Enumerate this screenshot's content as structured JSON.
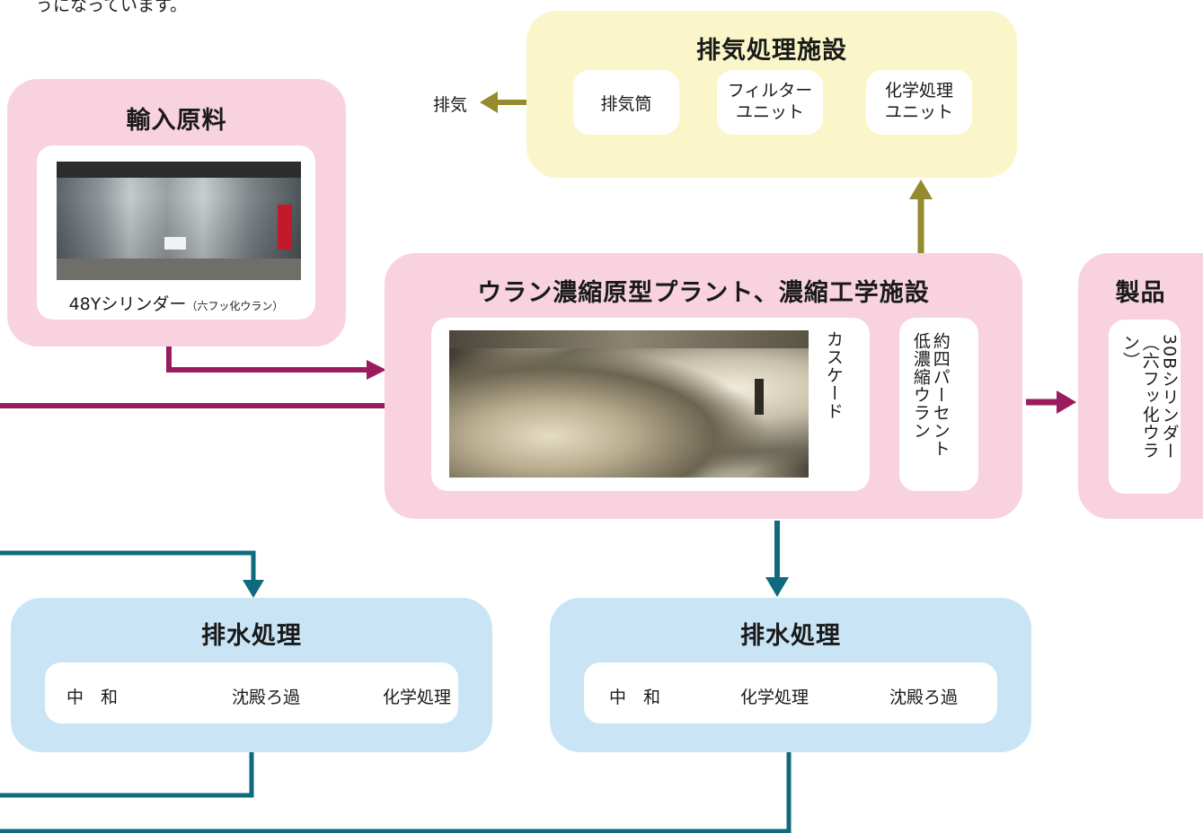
{
  "intro_fragment": "うになっています。",
  "exhaust_facility": {
    "title": "排気処理施設",
    "items": [
      "排気筒",
      "フィルター\nユニット",
      "化学処理\nユニット"
    ],
    "output_label": "排気"
  },
  "import_material": {
    "title": "輸入原料",
    "caption_main": "48Yシリンダー",
    "caption_sub": "（六フッ化ウラン）"
  },
  "plant": {
    "title": "ウラン濃縮原型プラント、濃縮工学施設",
    "cascade_label": "カスケード",
    "low_enriched_label": "約四パーセント\n低濃縮ウラン"
  },
  "product": {
    "title": "製品",
    "label": "30Bシリンダー\n（六フッ化ウラン）"
  },
  "wastewater_left": {
    "title": "排水処理",
    "steps": [
      "中　和",
      "沈殿ろ過",
      "化学処理"
    ]
  },
  "wastewater_right": {
    "title": "排水処理",
    "steps": [
      "中　和",
      "化学処理",
      "沈殿ろ過"
    ]
  },
  "colors": {
    "pink_box": "#f8d3df",
    "yellow_box": "#fbf6c9",
    "blue_box": "#c9e5f5",
    "magenta_arrow": "#9b1c5e",
    "olive_arrow": "#948a2e",
    "teal_arrow": "#0f6b7c"
  }
}
